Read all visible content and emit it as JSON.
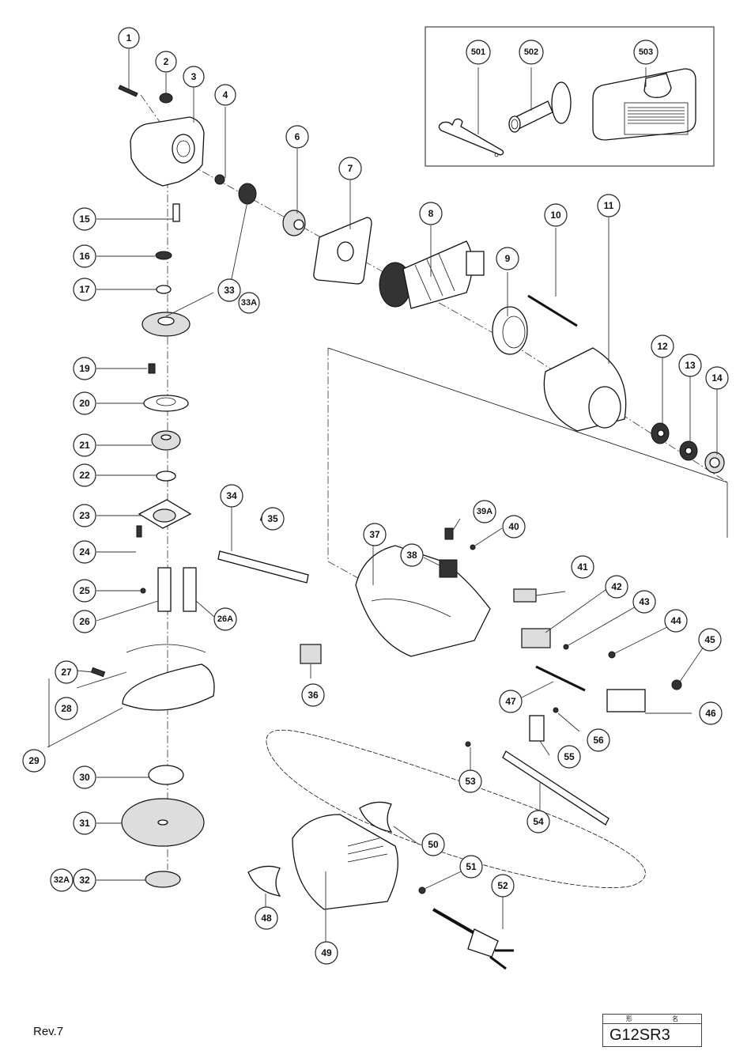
{
  "document": {
    "revision": "Rev.7",
    "model_box": {
      "header": "形 名",
      "model": "G12SR3"
    }
  },
  "accessories_box": {
    "items": [
      {
        "no": "501",
        "part": "wrench"
      },
      {
        "no": "502",
        "part": "side-handle"
      },
      {
        "no": "503",
        "part": "carrying-case"
      }
    ]
  },
  "callouts": {
    "c1": "1",
    "c2": "2",
    "c3": "3",
    "c4": "4",
    "c6": "6",
    "c7": "7",
    "c8": "8",
    "c9": "9",
    "c10": "10",
    "c11": "11",
    "c12": "12",
    "c13": "13",
    "c14": "14",
    "c15": "15",
    "c16": "16",
    "c17": "17",
    "c19": "19",
    "c20": "20",
    "c21": "21",
    "c22": "22",
    "c23": "23",
    "c24": "24",
    "c25": "25",
    "c26": "26",
    "c26A": "26A",
    "c27": "27",
    "c28": "28",
    "c29": "29",
    "c30": "30",
    "c31": "31",
    "c32": "32",
    "c32A": "32A",
    "c33": "33",
    "c33A": "33A",
    "c34": "34",
    "c35": "35",
    "c36": "36",
    "c37": "37",
    "c38": "38",
    "c39A": "39A",
    "c40": "40",
    "c41": "41",
    "c42": "42",
    "c43": "43",
    "c44": "44",
    "c45": "45",
    "c46": "46",
    "c47": "47",
    "c48": "48",
    "c49": "49",
    "c50": "50",
    "c51": "51",
    "c52": "52",
    "c53": "53",
    "c54": "54",
    "c55": "55",
    "c56": "56",
    "c501": "501",
    "c502": "502",
    "c503": "503"
  }
}
